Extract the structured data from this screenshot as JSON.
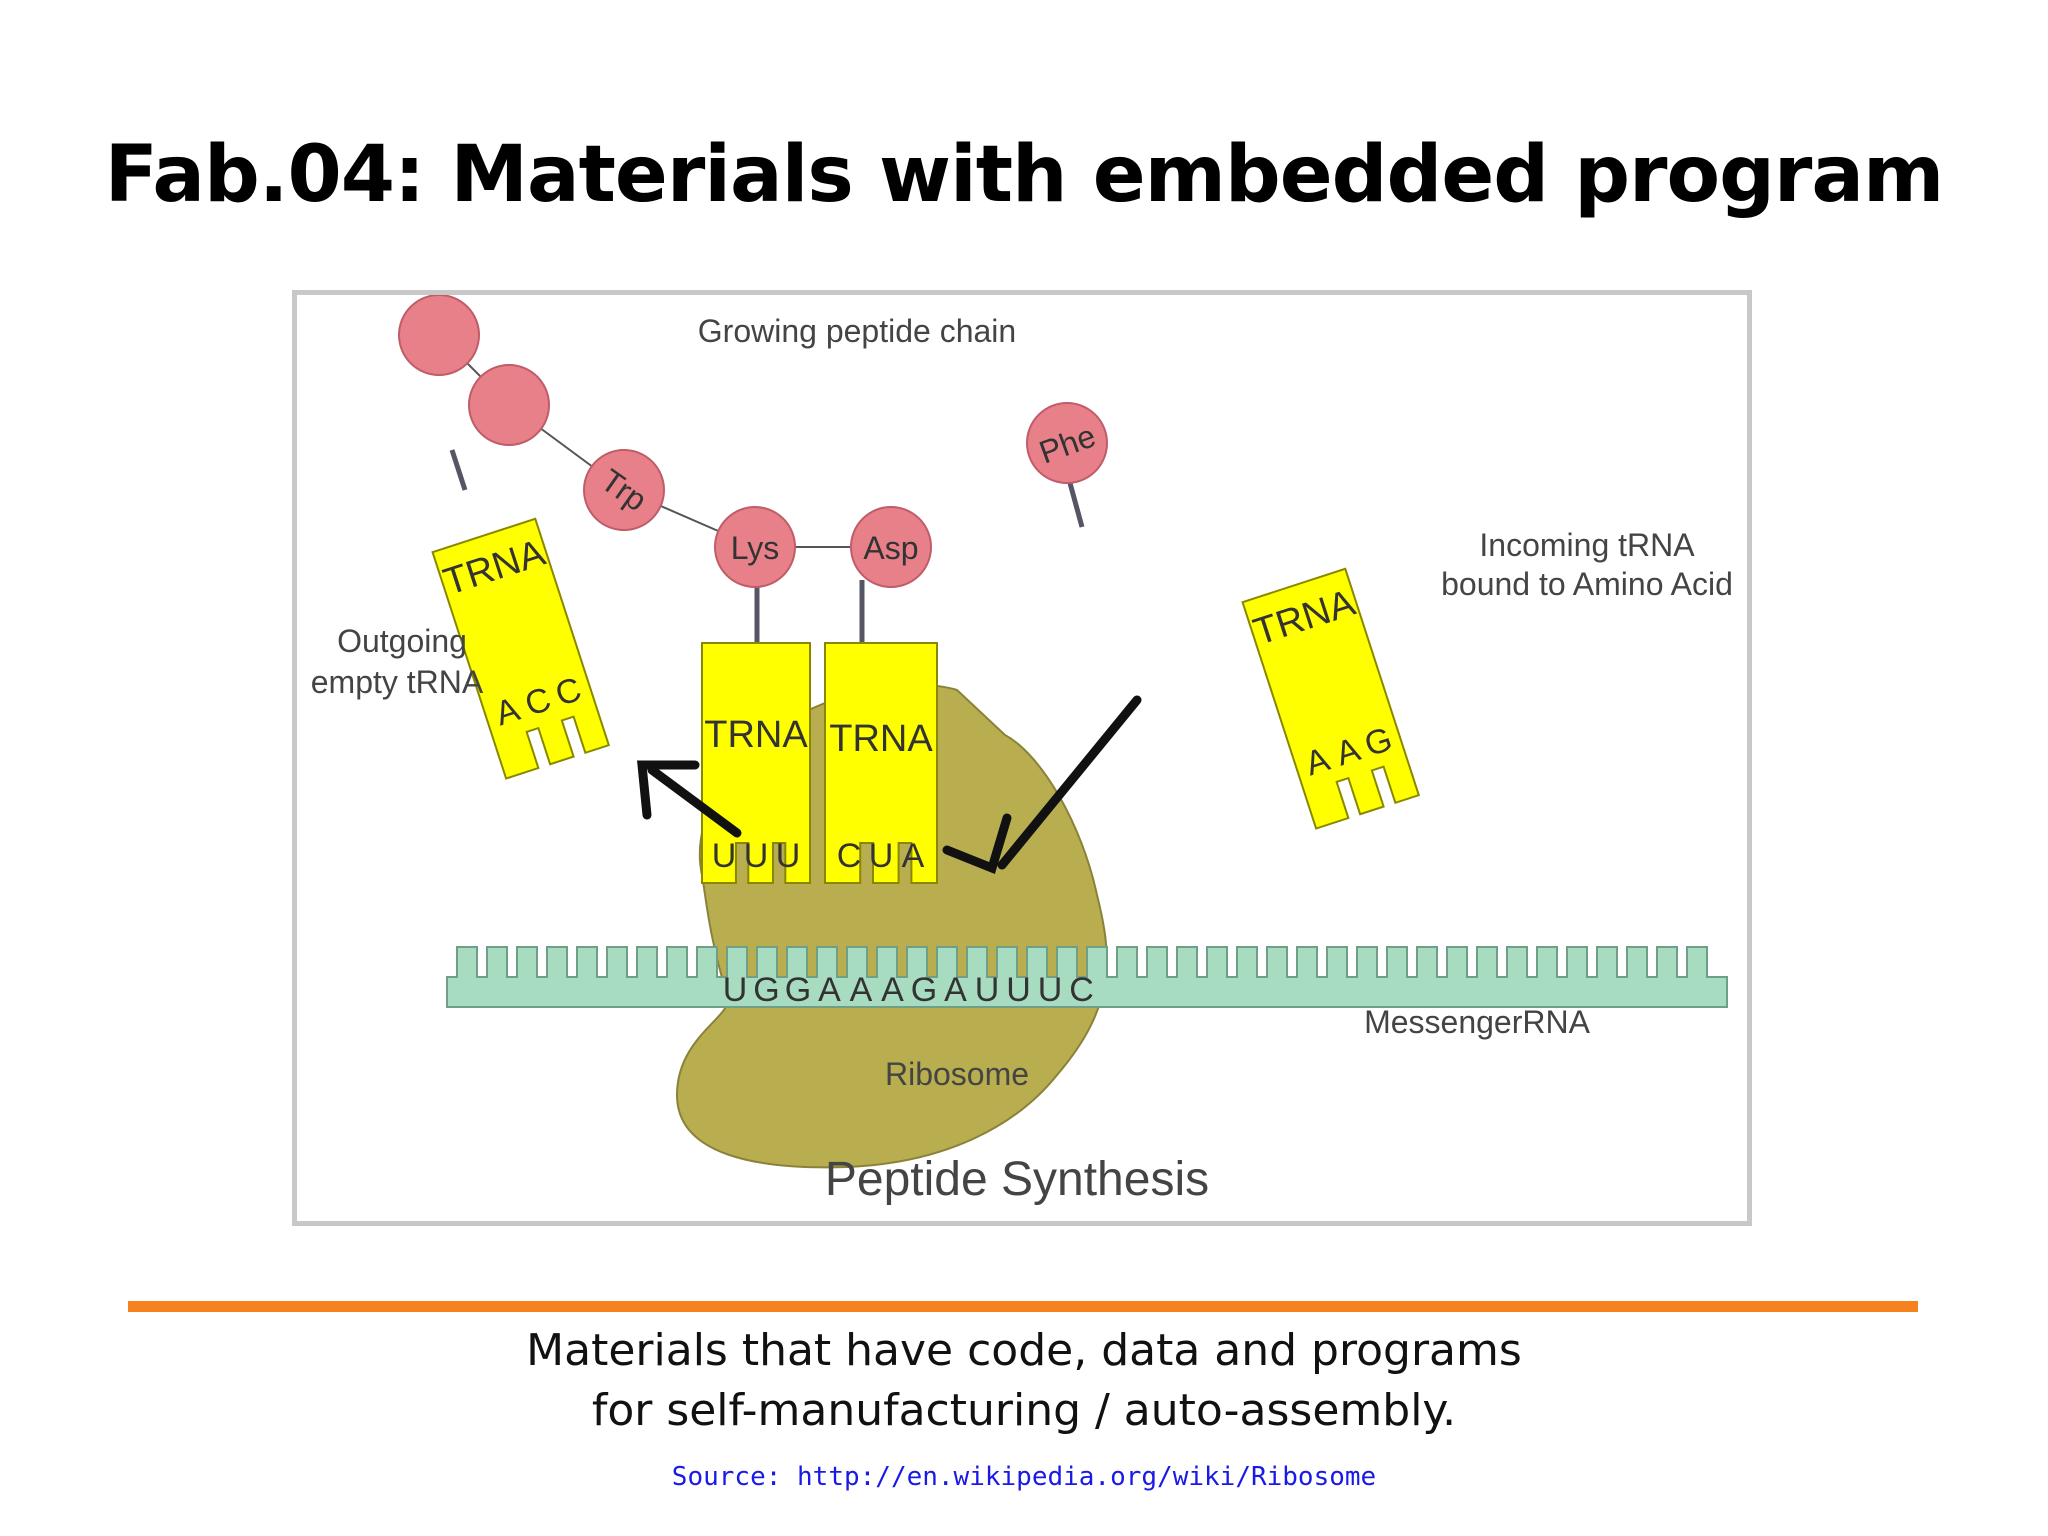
{
  "slide": {
    "title": "Fab.04: Materials with embedded program",
    "caption_line1": "Materials that have code, data and programs",
    "caption_line2": "for self-manufacturing / auto-assembly.",
    "source": "Source: http://en.wikipedia.org/wiki/Ribosome",
    "accent_color": "#f5821f",
    "source_color": "#1a1ae6"
  },
  "diagram": {
    "title": "Peptide Synthesis",
    "label_growing_chain": "Growing peptide chain",
    "label_outgoing_1": "Outgoing",
    "label_outgoing_2": "empty tRNA",
    "label_incoming_1": "Incoming  tRNA",
    "label_incoming_2": "bound to Amino Acid",
    "label_mrna": "MessengerRNA",
    "label_ribosome": "Ribosome",
    "trna_label": "TRNA",
    "amino_acids": {
      "trp": "Trp",
      "lys": "Lys",
      "asp": "Asp",
      "phe": "Phe"
    },
    "anticodons": {
      "outgoing": [
        "A",
        "C",
        "C"
      ],
      "left_bound": [
        "U",
        "U",
        "U"
      ],
      "right_bound": [
        "C",
        "U",
        "A"
      ],
      "incoming": [
        "A",
        "A",
        "G"
      ]
    },
    "mrna_sequence": [
      "U",
      "G",
      "G",
      "A",
      "A",
      "A",
      "G",
      "A",
      "U",
      "U",
      "U",
      "C"
    ],
    "colors": {
      "trna": "#ffff00",
      "amino_acid": "#e8808a",
      "mrna": "#a8dcc0",
      "ribosome": "#b9ae4f"
    }
  }
}
